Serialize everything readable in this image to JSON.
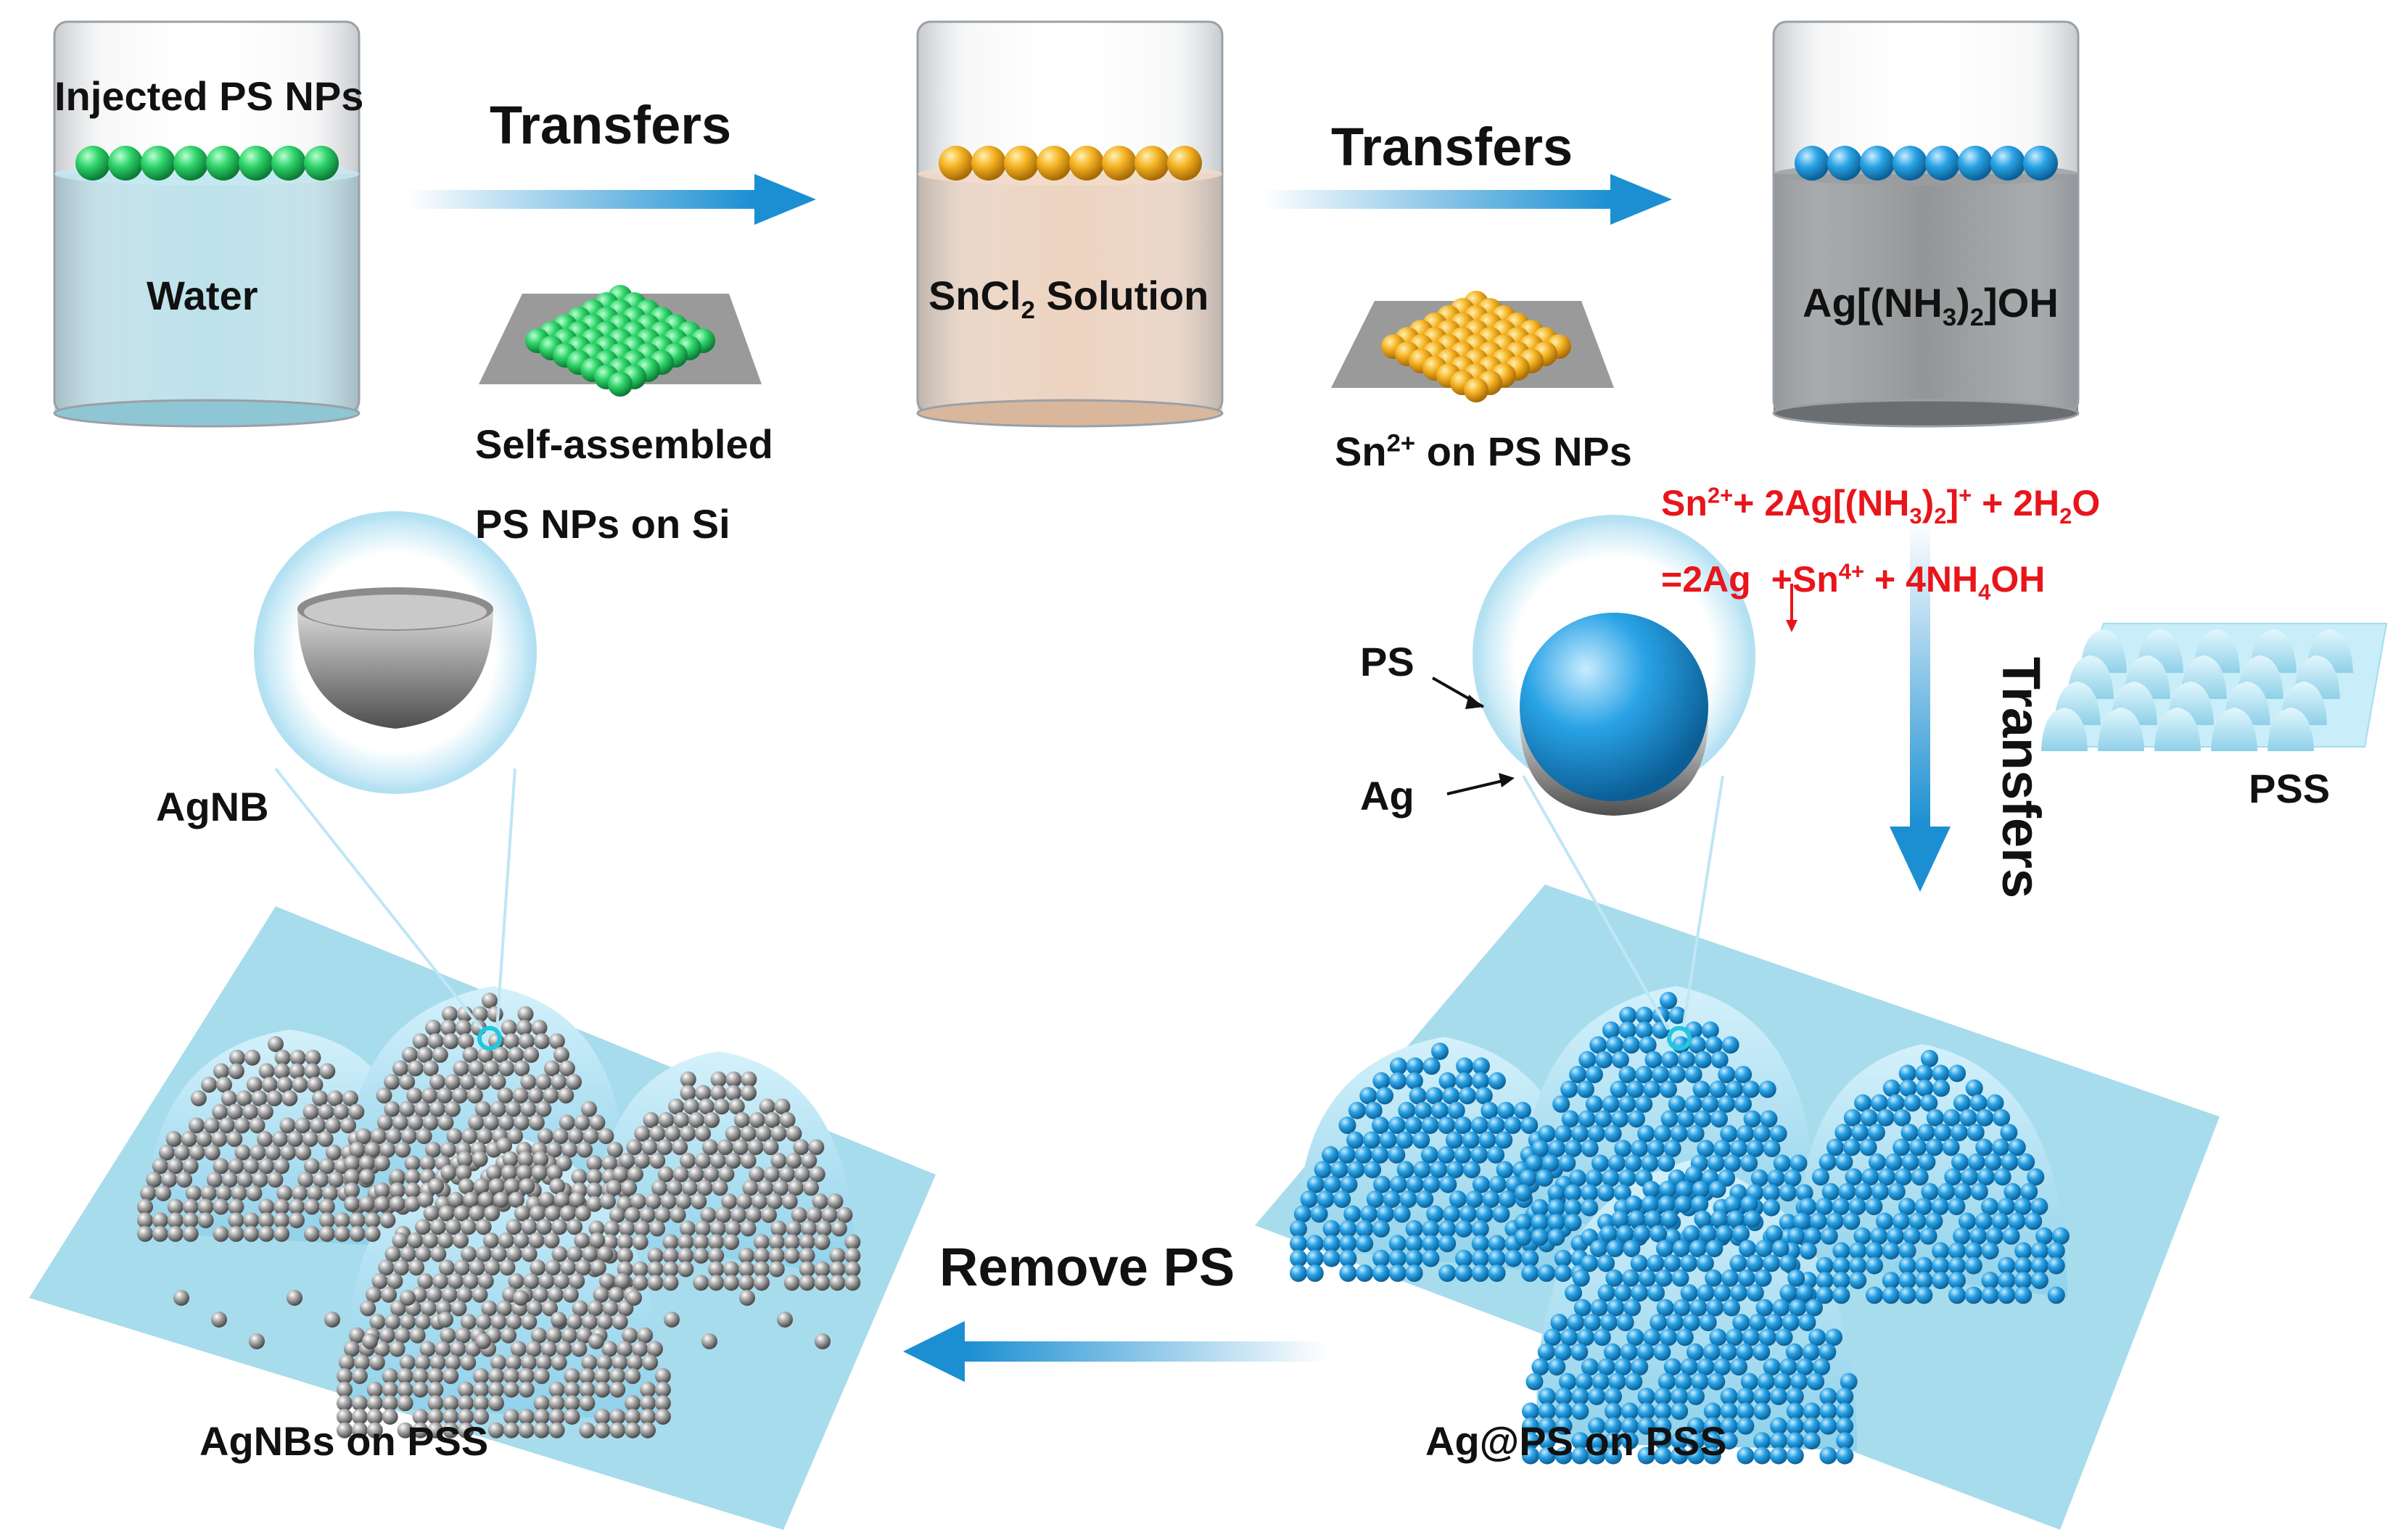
{
  "labels": {
    "injected": "Injected PS NPs",
    "water": "Water",
    "transfers1": "Transfers",
    "self_assembled_1": "Self-assembled",
    "self_assembled_2": "PS NPs on Si",
    "sncl2_a": "SnCl",
    "sncl2_sub": "2",
    "sncl2_b": " Solution",
    "transfers2": "Transfers",
    "sn_on_ps_a": "Sn",
    "sn_on_ps_sup": "2+",
    "sn_on_ps_b": " on PS NPs",
    "agnh3_a": "Ag[(NH",
    "agnh3_sub1": "3",
    "agnh3_b": ")",
    "agnh3_sub2": "2",
    "agnh3_c": "]OH",
    "transfers3": "Transfers",
    "pss": "PSS",
    "ps": "PS",
    "ag": "Ag",
    "agnb": "AgNB",
    "remove_ps": "Remove PS",
    "agnbs_on_pss": "AgNBs  on PSS",
    "agps_on_pss": "Ag@PS  on PSS"
  },
  "equation": {
    "l1_a": "Sn",
    "l1_sup1": "2+",
    "l1_b": "+ 2Ag[(NH",
    "l1_sub1": "3",
    "l1_c": ")",
    "l1_sub2": "2",
    "l1_d": "]",
    "l1_sup2": "+",
    "l1_e": " + 2H",
    "l1_sub3": "2",
    "l1_f": "O",
    "l2_a": "=2Ag",
    "l2_b": "+Sn",
    "l2_sup": "4+",
    "l2_c": " + 4NH",
    "l2_sub": "4",
    "l2_d": "OH"
  },
  "colors": {
    "green_np": "#2fd46a",
    "yellow_np": "#f5b323",
    "blue_np": "#2aa3e6",
    "silver_np": "#9a9a9a",
    "water": "#a8d8e4",
    "sncl2": "#e9c9b1",
    "ag_solution": "#7a7d80",
    "arrow": "#1b8fd2",
    "substrate": "#a7dced",
    "equation": "#e8151b"
  }
}
